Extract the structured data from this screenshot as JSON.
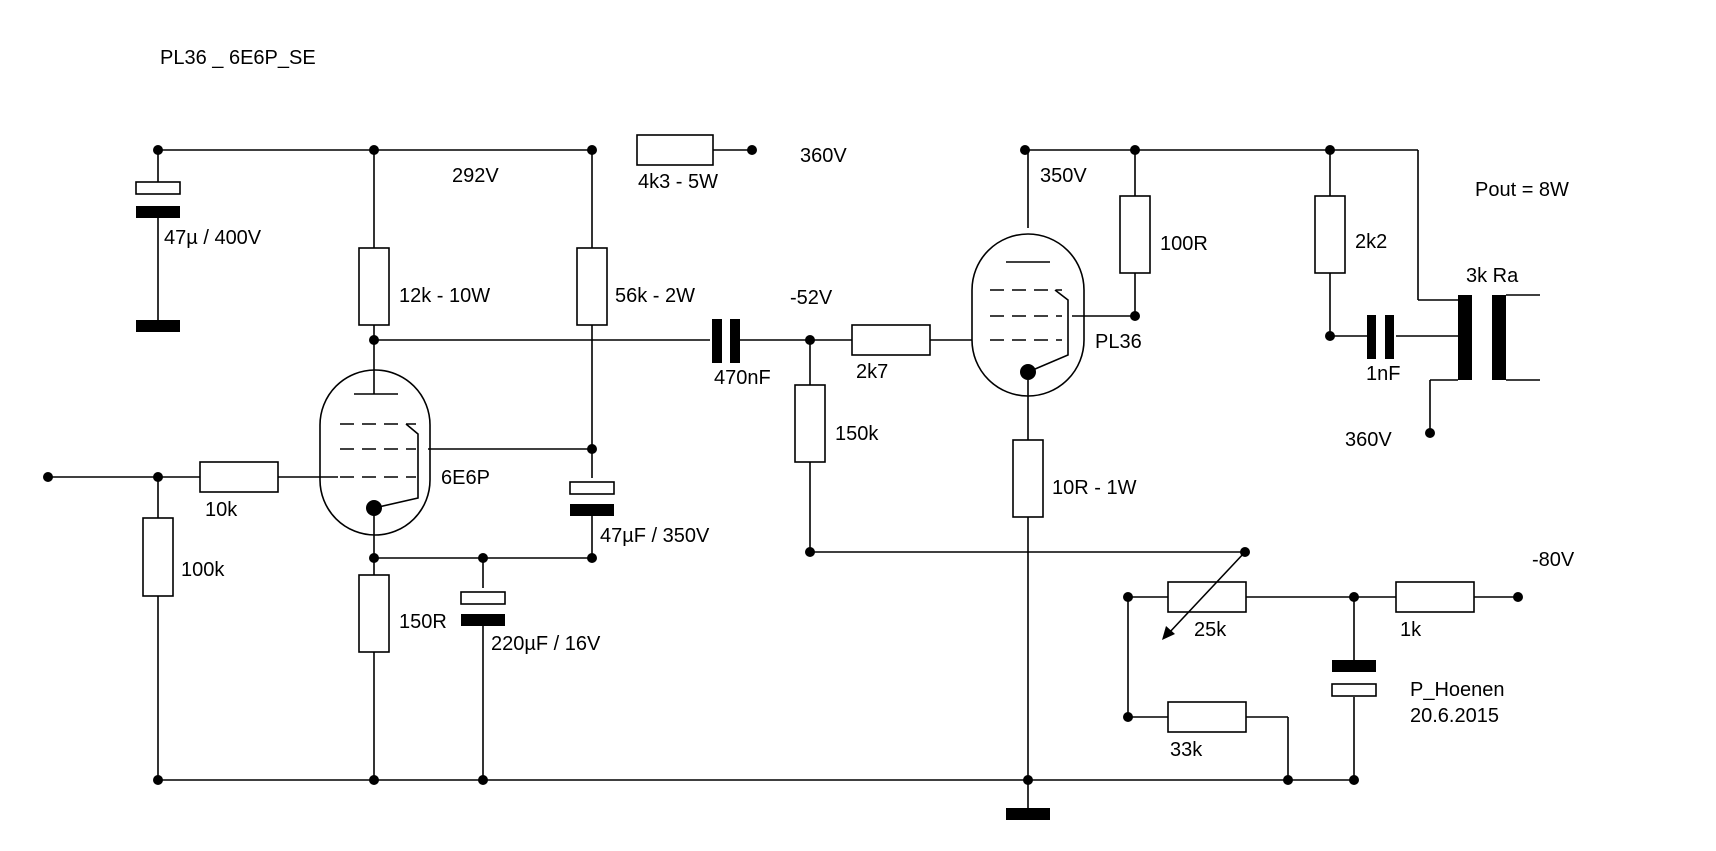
{
  "title": "PL36 _ 6E6P_SE",
  "labels": {
    "v_supply_top": "360V",
    "r_dropper": "4k3 - 5W",
    "v_292": "292V",
    "c_main": "47µ / 400V",
    "r_anode1": "12k - 10W",
    "r_screen1": "56k - 2W",
    "c_coupling": "470nF",
    "v_neg52": "-52V",
    "r_grid_stop": "2k7",
    "r_grid_leak": "150k",
    "v_350": "350V",
    "r_screen2": "100R",
    "tube2": "PL36",
    "r_cathode2": "10R - 1W",
    "r_snubber": "2k2",
    "c_snubber": "1nF",
    "transformer": "3k Ra",
    "pout": "Pout = 8W",
    "v_supply_bottom": "360V",
    "tube1": "6E6P",
    "r_input": "10k",
    "r_input_gnd": "100k",
    "r_cathode1": "150R",
    "c_cathode1": "220µF / 16V",
    "c_screen1": "47µF / 350V",
    "v_neg80": "-80V",
    "pot_bias": "25k",
    "r_bias": "1k",
    "r_bias2": "33k",
    "author": "P_Hoenen",
    "date": "20.6.2015"
  }
}
